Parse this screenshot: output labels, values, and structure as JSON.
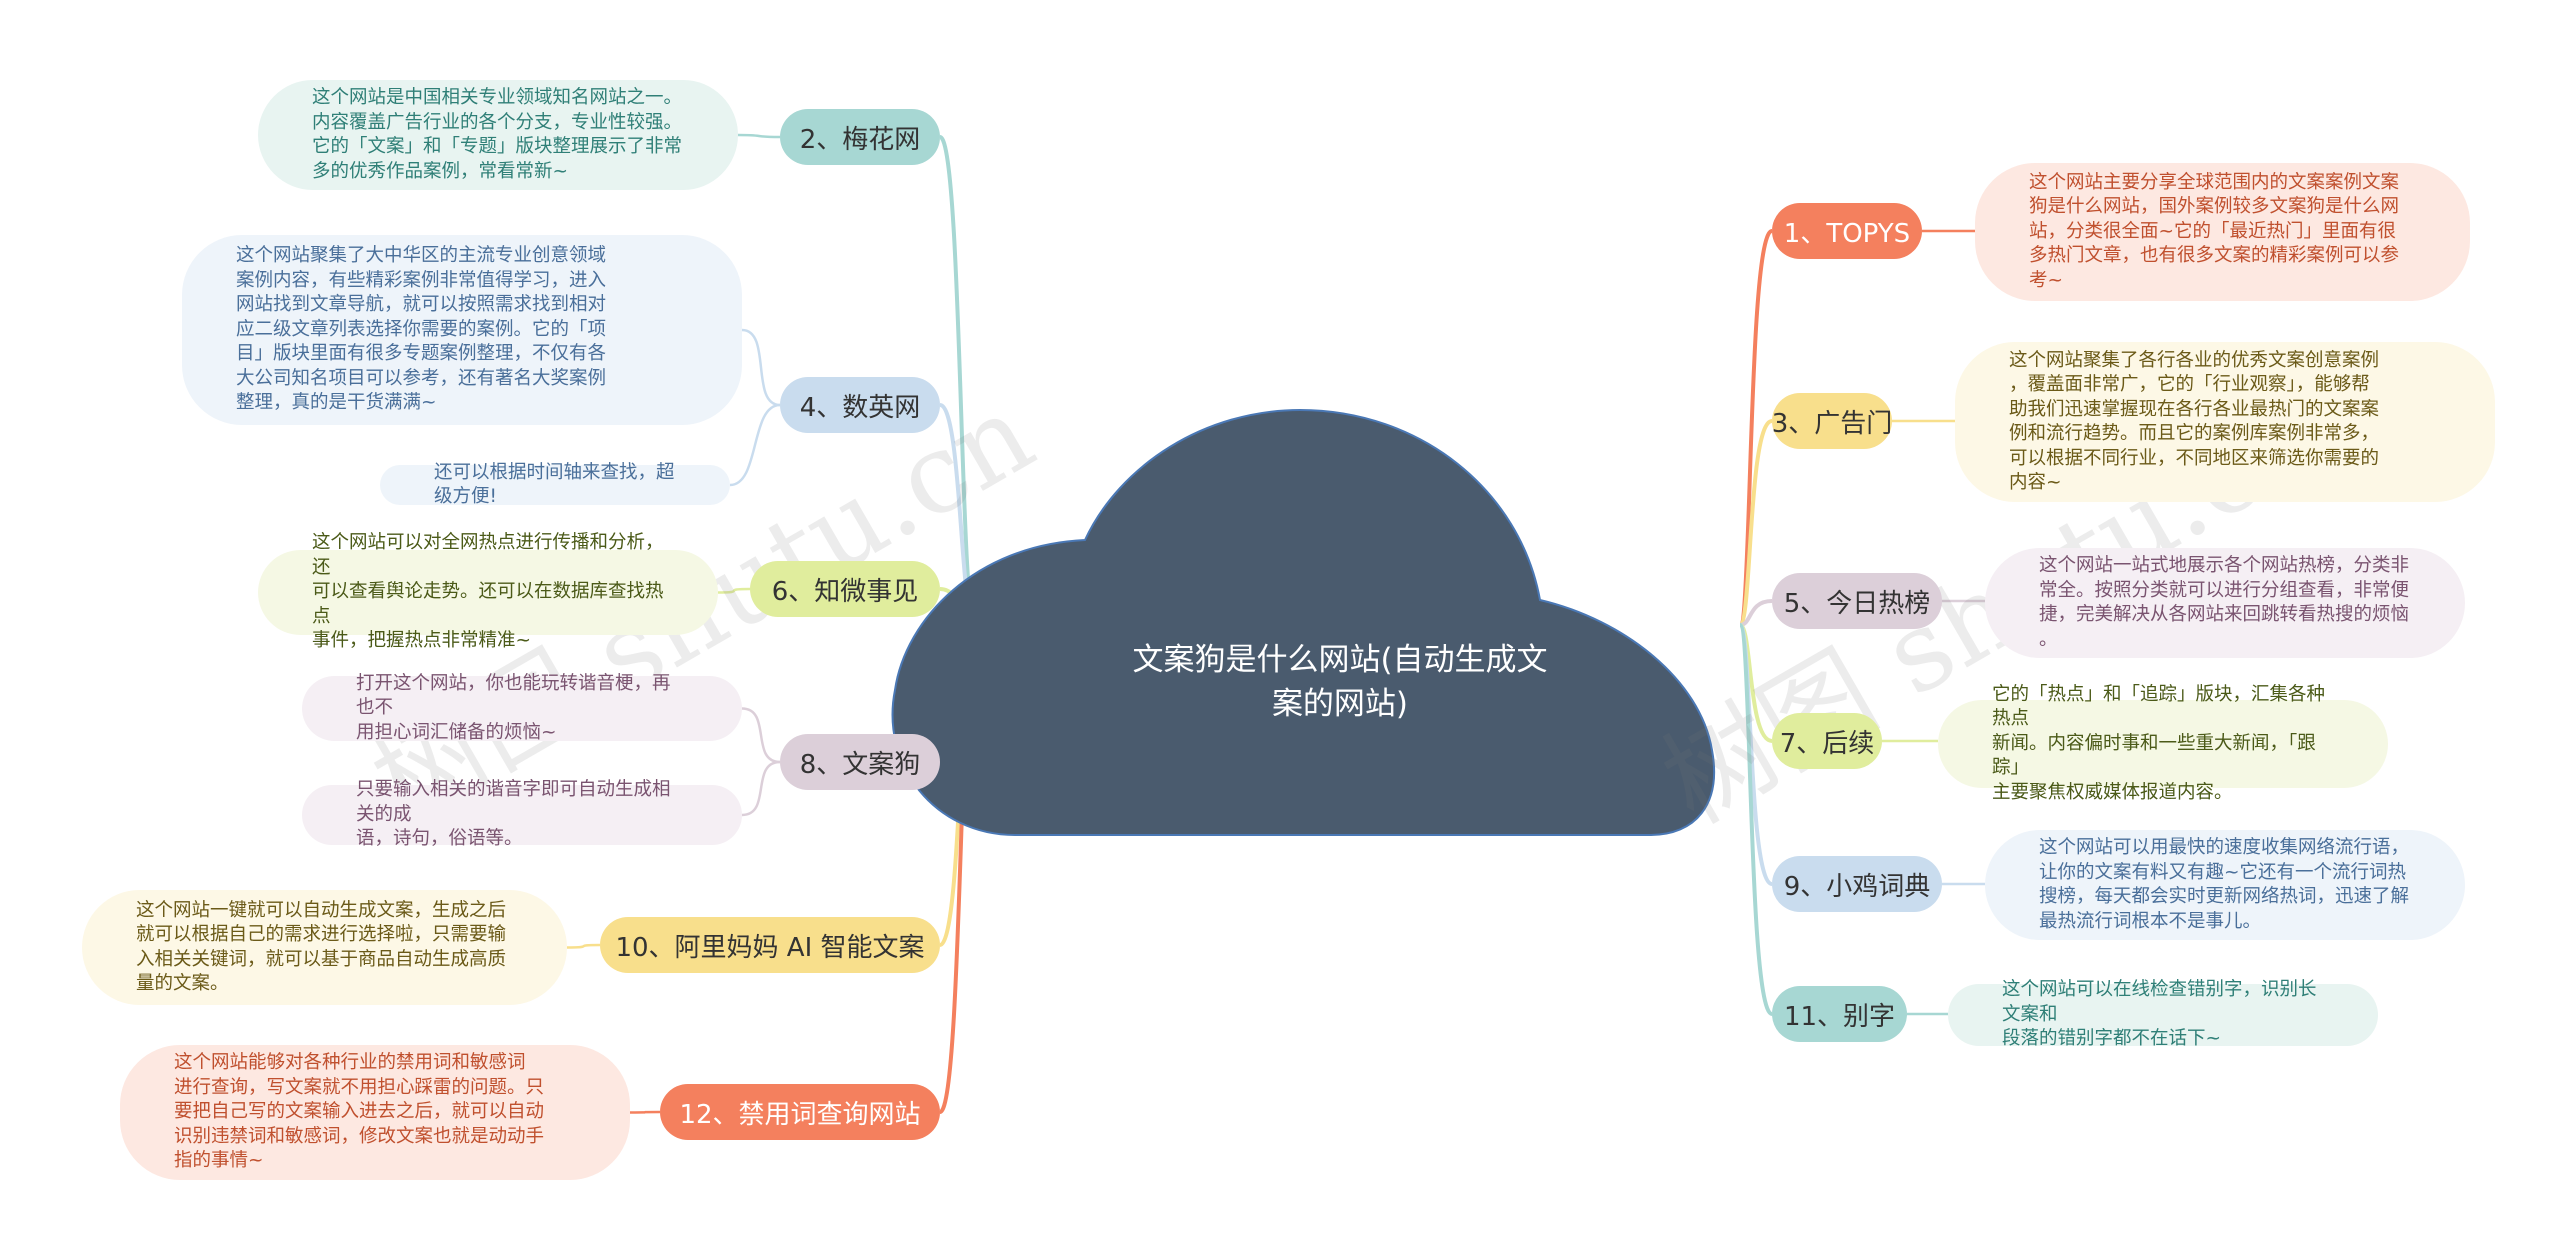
{
  "center": {
    "title": "文案狗是什么网站(自动生成文案的网站)"
  },
  "watermarks": [
    "树图 shutu.cn",
    "树图 shutu.cn"
  ],
  "colors": {
    "cloud": "#4a5b6e",
    "orange": "#f4805e",
    "orange_bg": "#fde8e1",
    "teal": "#a7d7d3",
    "teal_bg": "#e8f4f1",
    "blue": "#c9dcee",
    "blue_bg": "#eef4fa",
    "yellow": "#f8df8c",
    "yellow_bg": "#fdf8e6",
    "lavender": "#dccfd9",
    "lavender_bg": "#f5eff4",
    "lime": "#e0ed9d",
    "lime_bg": "#f5f8e4"
  },
  "right_nodes": [
    {
      "label": "1、TOPYS",
      "color": "orange",
      "desc": [
        "这个网站主要分享全球范围内的文案案例文案",
        "狗是什么网站，国外案例较多文案狗是什么网",
        "站，分类很全面~它的「最近热门」里面有很",
        "多热门文章，也有很多文案的精彩案例可以参",
        "考~"
      ]
    },
    {
      "label": "3、广告门",
      "color": "yellow",
      "desc": [
        "这个网站聚集了各行各业的优秀文案创意案例",
        "，覆盖面非常广，它的「行业观察」，能够帮",
        "助我们迅速掌握现在各行各业最热门的文案案",
        "例和流行趋势。而且它的案例库案例非常多，",
        "可以根据不同行业，不同地区来筛选你需要的",
        "内容~"
      ]
    },
    {
      "label": "5、今日热榜",
      "color": "lavender",
      "desc": [
        "这个网站一站式地展示各个网站热榜，分类非",
        "常全。按照分类就可以进行分组查看，非常便",
        "捷，完美解决从各网站来回跳转看热搜的烦恼",
        "。"
      ]
    },
    {
      "label": "7、后续",
      "color": "lime",
      "desc": [
        "它的「热点」和「追踪」版块，汇集各种热点",
        "新闻。内容偏时事和一些重大新闻，「跟踪」",
        "主要聚焦权威媒体报道内容。"
      ]
    },
    {
      "label": "9、小鸡词典",
      "color": "blue",
      "desc": [
        "这个网站可以用最快的速度收集网络流行语，",
        "让你的文案有料又有趣~它还有一个流行词热",
        "搜榜，每天都会实时更新网络热词，迅速了解",
        "最热流行词根本不是事儿。"
      ]
    },
    {
      "label": "11、别字",
      "color": "teal",
      "desc": [
        "这个网站可以在线检查错别字，识别长文案和",
        "段落的错别字都不在话下~"
      ]
    }
  ],
  "left_nodes": [
    {
      "label": "2、梅花网",
      "color": "teal",
      "descs": [
        [
          "这个网站是中国相关专业领域知名网站之一。",
          "内容覆盖广告行业的各个分支，专业性较强。",
          "它的「文案」和「专题」版块整理展示了非常",
          "多的优秀作品案例，常看常新~"
        ]
      ]
    },
    {
      "label": "4、数英网",
      "color": "blue",
      "descs": [
        [
          "这个网站聚集了大中华区的主流专业创意领域",
          "案例内容，有些精彩案例非常值得学习，进入",
          "网站找到文章导航，就可以按照需求找到相对",
          "应二级文章列表选择你需要的案例。它的「项",
          "目」版块里面有很多专题案例整理，不仅有各",
          "大公司知名项目可以参考，还有著名大奖案例",
          "整理，真的是干货满满~"
        ],
        [
          "还可以根据时间轴来查找，超级方便!"
        ]
      ]
    },
    {
      "label": "6、知微事见",
      "color": "lime",
      "descs": [
        [
          "这个网站可以对全网热点进行传播和分析，还",
          "可以查看舆论走势。还可以在数据库查找热点",
          "事件，把握热点非常精准~"
        ]
      ]
    },
    {
      "label": "8、文案狗",
      "color": "lavender",
      "descs": [
        [
          "打开这个网站，你也能玩转谐音梗，再也不",
          "用担心词汇储备的烦恼~"
        ],
        [
          "只要输入相关的谐音字即可自动生成相关的成",
          "语，诗句，俗语等。"
        ]
      ]
    },
    {
      "label": "10、阿里妈妈 AI 智能文案",
      "color": "yellow",
      "descs": [
        [
          "这个网站一键就可以自动生成文案，生成之后",
          "就可以根据自己的需求进行选择啦，只需要输",
          "入相关关键词，就可以基于商品自动生成高质",
          "量的文案。"
        ]
      ]
    },
    {
      "label": "12、禁用词查询网站",
      "color": "orange",
      "descs": [
        [
          "这个网站能够对各种行业的禁用词和敏感词",
          "进行查询，写文案就不用担心踩雷的问题。只",
          "要把自己写的文案输入进去之后，就可以自动",
          "识别违禁词和敏感词，修改文案也就是动动手",
          "指的事情~"
        ]
      ]
    }
  ]
}
